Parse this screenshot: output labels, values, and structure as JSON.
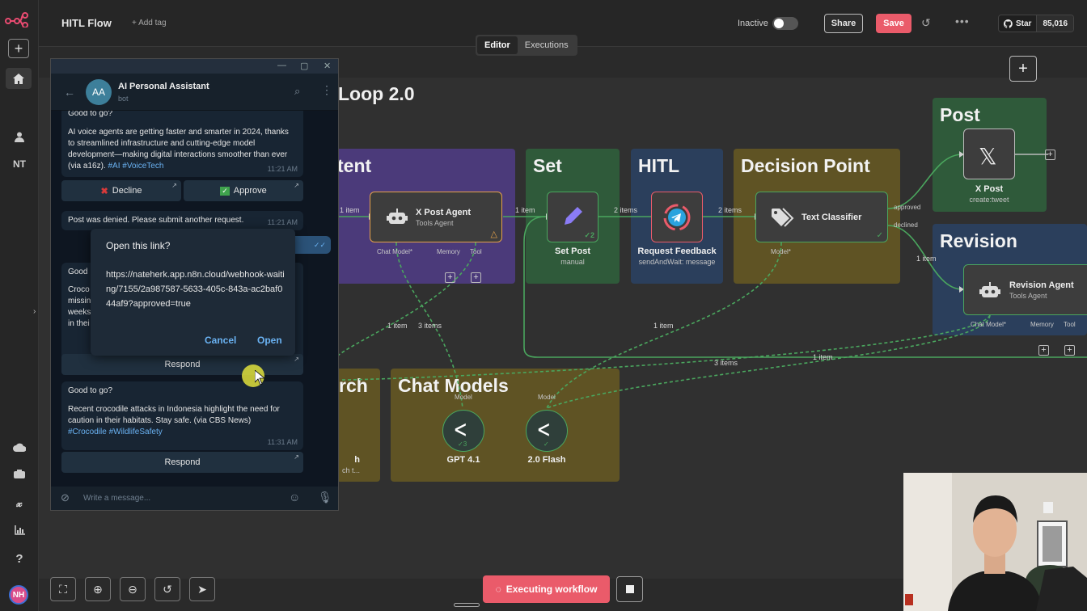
{
  "app": {
    "workflow_title": "HITL Flow",
    "add_tag": "+ Add tag"
  },
  "topbar": {
    "status": "Inactive",
    "share": "Share",
    "save": "Save",
    "github_star": "Star",
    "github_count": "85,016"
  },
  "tabs": [
    {
      "label": "Editor",
      "active": true
    },
    {
      "label": "Executions",
      "active": false
    }
  ],
  "leftnav": {
    "initials": "NT",
    "user_initials": "NH"
  },
  "workflow": {
    "name": "Loop 2.0"
  },
  "stickies": {
    "content": "tent",
    "set": "Set",
    "hitl": "HITL",
    "decision": "Decision Point",
    "post": "Post",
    "revision": "Revision",
    "chat_models": "Chat Models",
    "research": "rch"
  },
  "nodes": {
    "x_post_agent": {
      "title": "X Post Agent",
      "subtitle": "Tools Agent",
      "ports": [
        "Chat Model*",
        "Memory",
        "Tool"
      ]
    },
    "set_post": {
      "title": "Set Post",
      "subtitle": "manual",
      "badge": "2"
    },
    "request_feedback": {
      "title": "Request Feedback",
      "subtitle": "sendAndWait: message"
    },
    "text_classifier": {
      "title": "Text Classifier",
      "port": "Model*",
      "outputs": [
        "approved",
        "declined"
      ]
    },
    "x_post": {
      "title": "X Post",
      "subtitle": "create:tweet"
    },
    "revision_agent": {
      "title": "Revision Agent",
      "subtitle": "Tools Agent",
      "ports": [
        "Chat Model*",
        "Memory",
        "Tool"
      ]
    },
    "gpt41": {
      "title": "GPT 4.1",
      "port": "Model",
      "badge": "3"
    },
    "flash": {
      "title": "2.0 Flash",
      "port": "Model"
    },
    "research_partial": {
      "title": "h",
      "subtitle": "ch t..."
    }
  },
  "edges": {
    "e1": "1 item",
    "e2": "1 item",
    "e3": "2 items",
    "e4": "2 items",
    "e5": "1 item",
    "e6": "3 items",
    "e7": "1 item",
    "e8": "1 item",
    "e9": "3 items",
    "e10": "1 item"
  },
  "controls": {
    "executing": "Executing workflow"
  },
  "telegram": {
    "bot_name": "AI Personal Assistant",
    "bot_status": "bot",
    "avatar": "AA",
    "msg1_top": "Good to go?",
    "msg1_body": "AI voice agents are getting faster and smarter in 2024, thanks to streamlined infrastructure and cutting-edge model development—making digital interactions smoother than ever (via a16z).",
    "msg1_tags": "#AI #VoiceTech",
    "msg1_time": "11:21 AM",
    "decline": "Decline",
    "approve": "Approve",
    "msg2": "Post was denied. Please submit another request.",
    "msg2_time": "11:21 AM",
    "msg3_good": "Good",
    "msg3_lines": [
      "Croco",
      "missin",
      "weeks",
      "in thei"
    ],
    "respond": "Respond",
    "msg4_top": "Good to go?",
    "msg4_body": "Recent crocodile attacks in Indonesia highlight the need for caution in their habitats. Stay safe. (via CBS News)",
    "msg4_tags": "#Crocodile #WildlifeSafety",
    "msg4_time": "11:31 AM",
    "respond2": "Respond",
    "input_placeholder": "Write a message..."
  },
  "dialog": {
    "title": "Open this link?",
    "url": "https://nateherk.app.n8n.cloud/webhook-waiting/7155/2a987587-5633-405c-843a-ac2baf044af9?approved=true",
    "cancel": "Cancel",
    "open": "Open"
  },
  "colors": {
    "accent": "#ea5b6a",
    "telegram_link": "#6ab2f2"
  }
}
